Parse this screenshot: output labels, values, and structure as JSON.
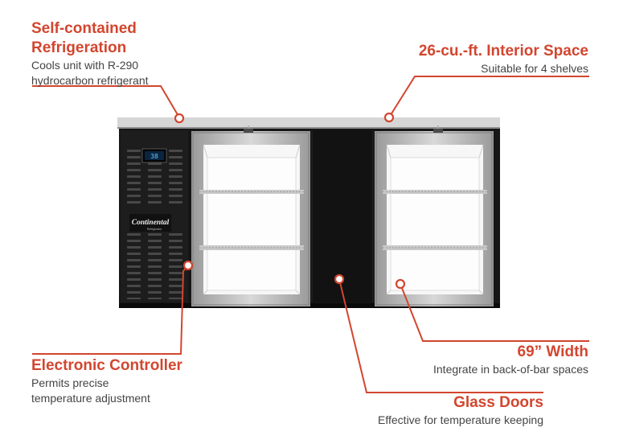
{
  "colors": {
    "accent": "#d2462f",
    "text": "#444444",
    "cabinet": "#161616",
    "countertop": "#d6d6d6",
    "door_frame": "#b8b8b8",
    "glass_interior": "#f7f7f7"
  },
  "callouts": {
    "refrigeration": {
      "title_line1": "Self-contained",
      "title_line2": "Refrigeration",
      "desc_line1": "Cools unit with R-290",
      "desc_line2": "hydrocarbon refrigerant"
    },
    "interior": {
      "title": "26-cu.-ft. Interior Space",
      "desc": "Suitable for 4 shelves"
    },
    "controller": {
      "title": "Electronic Controller",
      "desc_line1": "Permits precise",
      "desc_line2": "temperature adjustment"
    },
    "width": {
      "title": "69” Width",
      "desc": "Integrate in back-of-bar spaces"
    },
    "doors": {
      "title": "Glass Doors",
      "desc": "Effective for temperature keeping"
    }
  },
  "product": {
    "brand": "Continental",
    "brand_sub": "Refrigerator",
    "display_reading": "38"
  }
}
